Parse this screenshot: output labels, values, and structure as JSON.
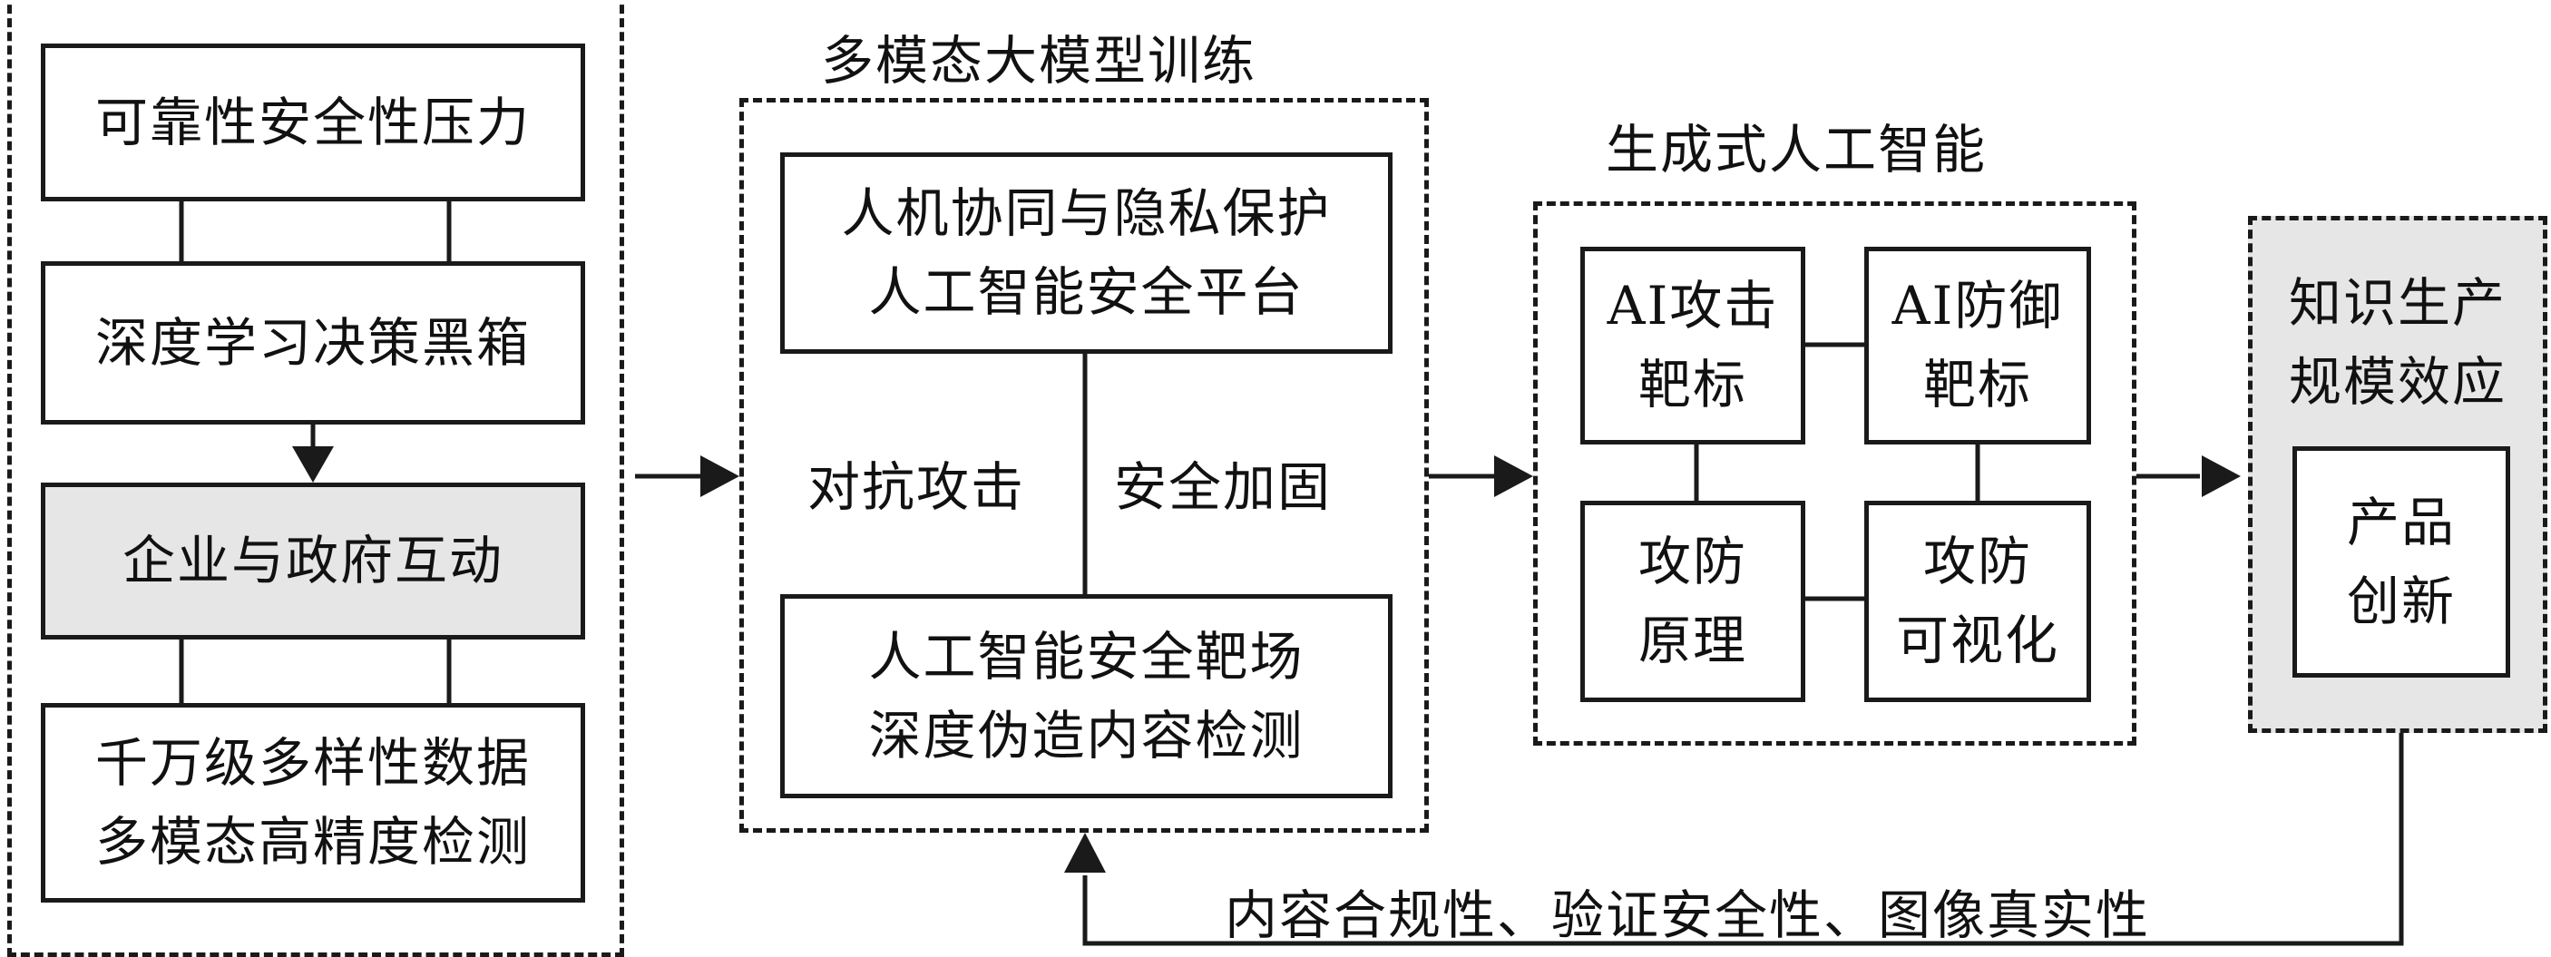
{
  "left_panel": {
    "box1": "可靠性安全性压力",
    "box2": "深度学习决策黑箱",
    "box3": "企业与政府互动",
    "box4_line1": "千万级多样性数据",
    "box4_line2": "多模态高精度检测"
  },
  "training_panel": {
    "title": "多模态大模型训练",
    "top_line1": "人机协同与隐私保护",
    "top_line2": "人工智能安全平台",
    "left_label": "对抗攻击",
    "right_label": "安全加固",
    "bottom_line1": "人工智能安全靶场",
    "bottom_line2": "深度伪造内容检测"
  },
  "genai_panel": {
    "title": "生成式人工智能",
    "tl_line1": "AI攻击",
    "tl_line2": "靶标",
    "tr_line1": "AI防御",
    "tr_line2": "靶标",
    "bl_line1": "攻防",
    "bl_line2": "原理",
    "br_line1": "攻防",
    "br_line2": "可视化"
  },
  "knowledge_panel": {
    "line1": "知识生产",
    "line2": "规模效应",
    "inner_line1": "产品",
    "inner_line2": "创新"
  },
  "feedback_label": "内容合规性、验证安全性、图像真实性"
}
